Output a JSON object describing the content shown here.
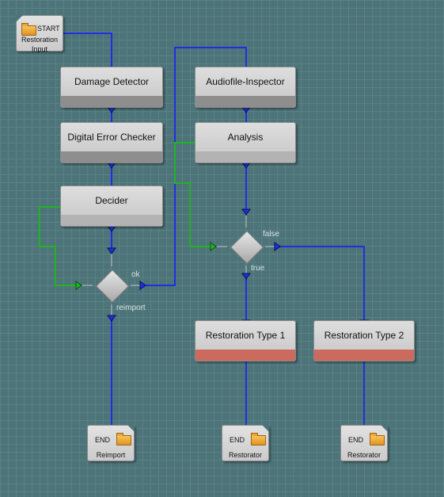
{
  "colors": {
    "canvas": "#4d7479",
    "wire_main": "#1e2ee6",
    "wire_loop": "#22b322",
    "node_bar": "#8e8e8e",
    "result_bar": "#cc6a5d",
    "label_light": "#d8e2e3"
  },
  "start": {
    "keyword": "START",
    "label": "Restoration Input",
    "icon": "folder-icon"
  },
  "nodes": {
    "damage_detector": "Damage Detector",
    "digital_error_checker": "Digital Error Checker",
    "decider": "Decider",
    "audiofile_inspector": "Audiofile-Inspector",
    "analysis": "Analysis",
    "restoration_type_1": "Restoration Type 1",
    "restoration_type_2": "Restoration Type 2"
  },
  "branches": {
    "ok": "ok",
    "reimport": "reimport",
    "false": "false",
    "true": "true"
  },
  "ends": {
    "reimport": {
      "keyword": "END",
      "label": "Reimport",
      "icon": "folder-icon"
    },
    "restorator_1": {
      "keyword": "END",
      "label": "Restorator",
      "icon": "folder-icon"
    },
    "restorator_2": {
      "keyword": "END",
      "label": "Restorator",
      "icon": "folder-icon"
    }
  }
}
